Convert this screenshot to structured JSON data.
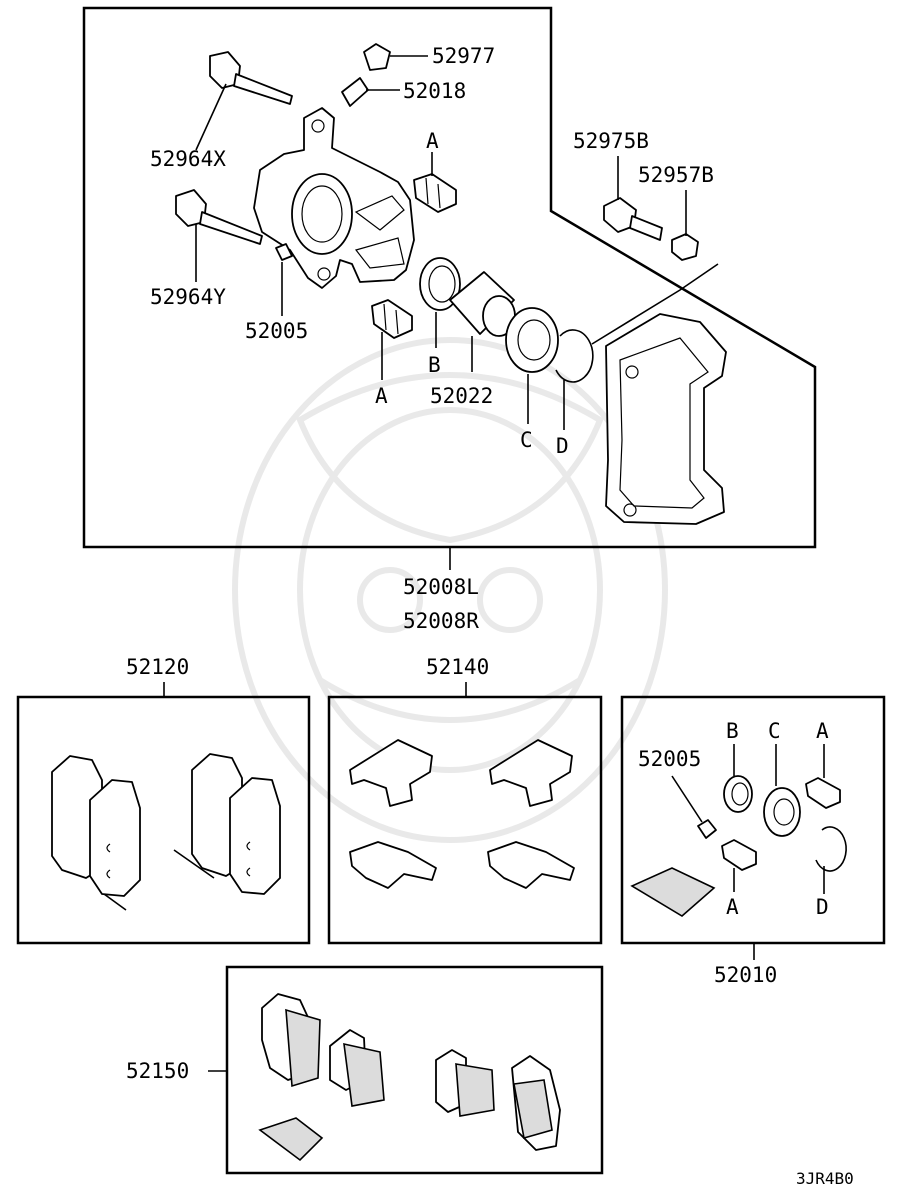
{
  "diagram_code": "3JR4B0",
  "caliper_assembly": {
    "part_numbers": {
      "guide_pin_upper": "52964X",
      "guide_pin_lower": "52964Y",
      "bleeder_cap": "52977",
      "bleeder_screw": "52018",
      "bushing": "52005",
      "piston": "52022",
      "bolt": "52975B",
      "nut": "52957B"
    },
    "callouts": {
      "a_upper": "A",
      "a_lower": "A",
      "b": "B",
      "c": "C",
      "d": "D"
    },
    "assembly_left": "52008L",
    "assembly_right": "52008R"
  },
  "pad_set": {
    "part_number": "52120"
  },
  "clip_kit": {
    "part_number": "52140"
  },
  "seal_kit": {
    "part_number": "52010",
    "bushing": "52005",
    "callouts": {
      "b": "B",
      "c": "C",
      "a_top": "A",
      "a_bottom": "A",
      "d": "D"
    }
  },
  "shim_kit": {
    "part_number": "52150"
  }
}
